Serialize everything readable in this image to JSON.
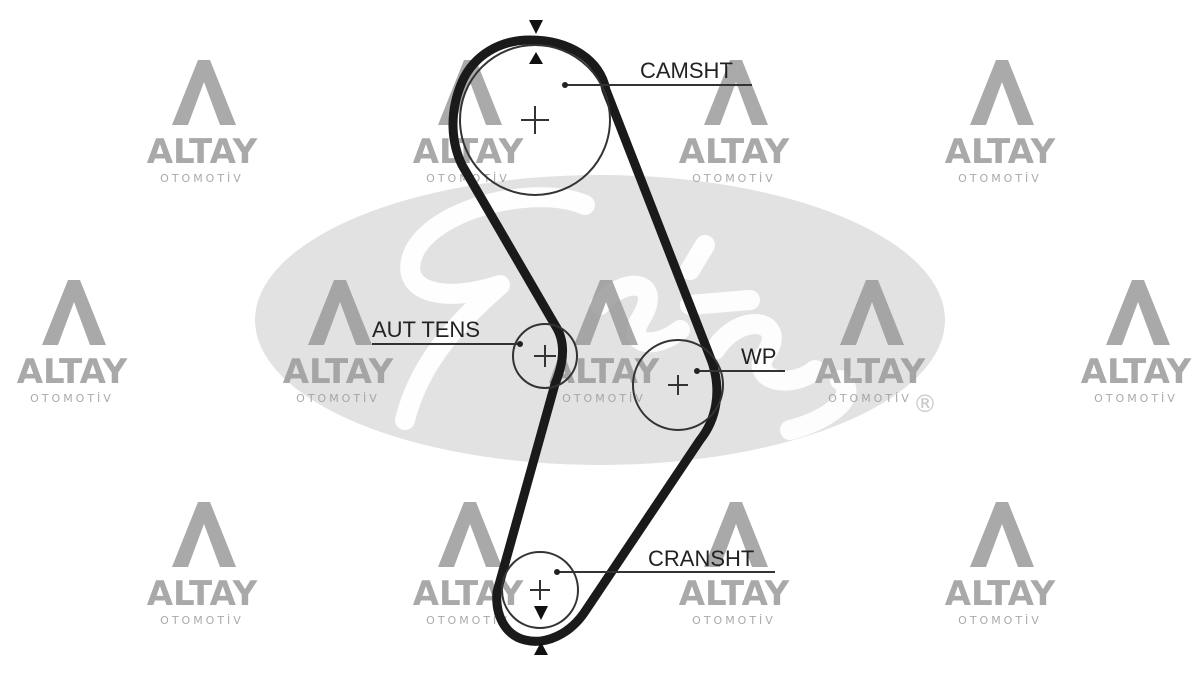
{
  "diagram": {
    "components": {
      "camshaft": {
        "label": "CAMSHT"
      },
      "tensioner": {
        "label": "AUT TENS"
      },
      "water_pump": {
        "label": "WP"
      },
      "crankshaft": {
        "label": "CRANSHT"
      }
    }
  },
  "background_logo": {
    "brand_text": "Gates",
    "registered_mark": "®",
    "color": "#e2e2e2"
  },
  "watermark": {
    "brand": "ALTAY",
    "sub": "OTOMOTİV",
    "color": "#9b9b9b"
  },
  "colors": {
    "belt": "#1a1a1a",
    "line": "#333333"
  }
}
